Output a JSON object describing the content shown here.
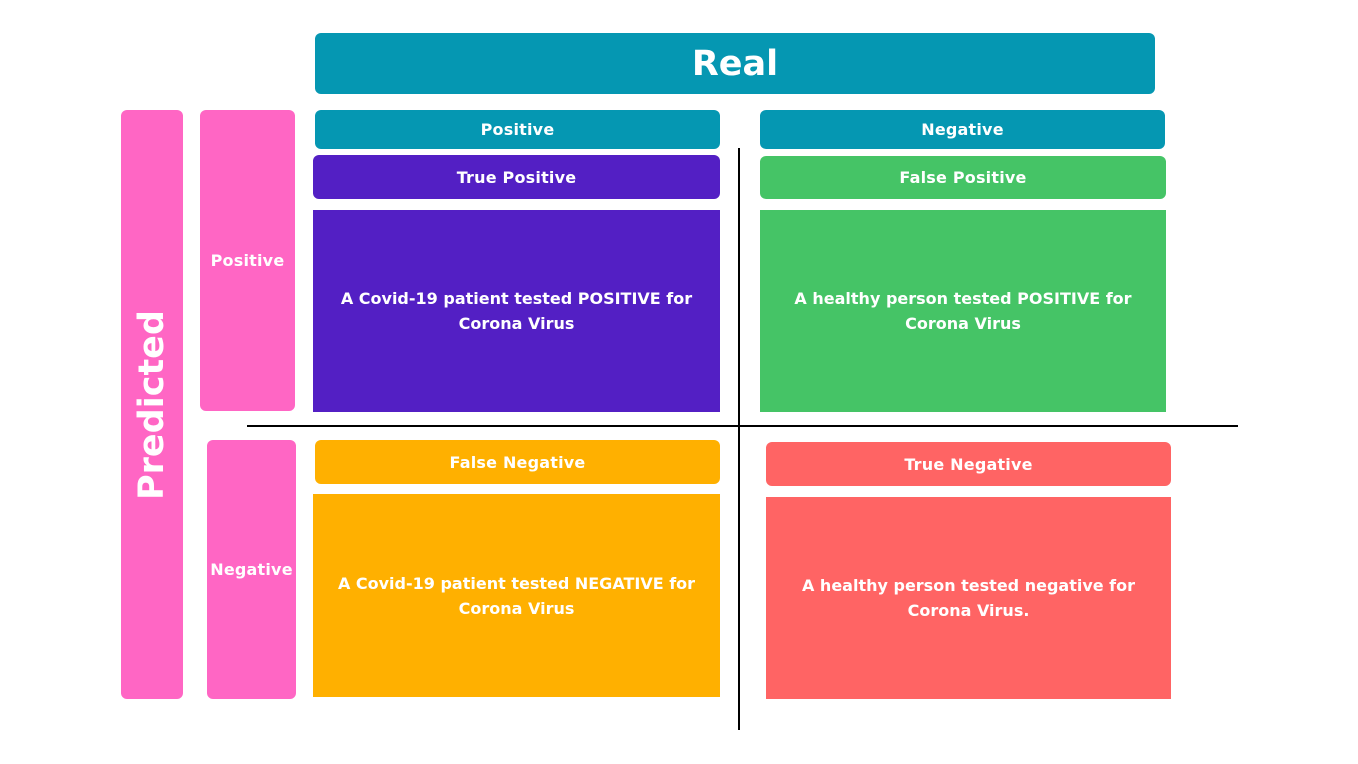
{
  "real": {
    "title": "Real",
    "positive": "Positive",
    "negative": "Negative"
  },
  "predicted": {
    "title": "Predicted",
    "positive": "Positive",
    "negative": "Negative"
  },
  "cells": {
    "true_positive": {
      "label": "True Positive",
      "description": "A Covid-19 patient tested POSITIVE for Corona Virus"
    },
    "false_positive": {
      "label": "False Positive",
      "description": "A healthy person tested POSITIVE for Corona Virus"
    },
    "false_negative": {
      "label": "False Negative",
      "description": "A Covid-19 patient tested NEGATIVE for Corona Virus"
    },
    "true_negative": {
      "label": "True Negative",
      "description": "A healthy person tested negative for Corona Virus."
    }
  },
  "colors": {
    "real_header": "#0597b2",
    "predicted_header": "#ff66c4",
    "true_positive": "#531fc4",
    "false_positive": "#45c466",
    "false_negative": "#ffb000",
    "true_negative": "#ff6464"
  }
}
